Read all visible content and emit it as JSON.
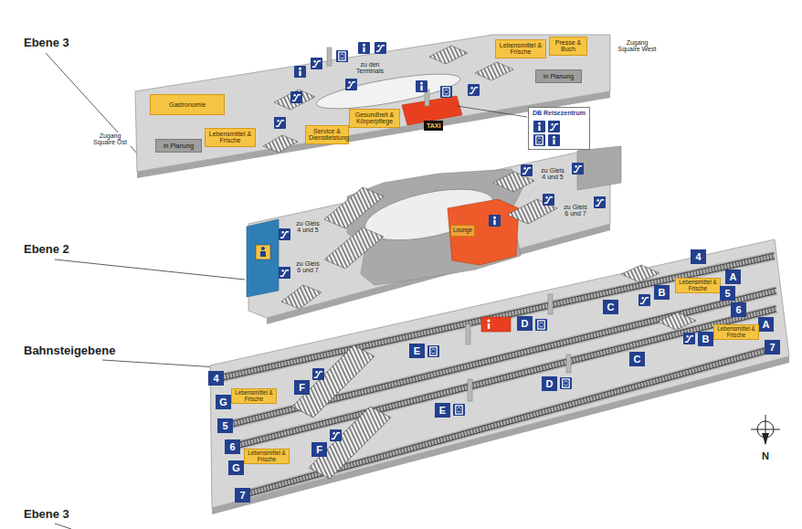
{
  "diagram": {
    "nodes": [
      {
        "text": [
          "Gastronomie"
        ]
      },
      {
        "text": [
          "Lebensmittel & Frische"
        ]
      },
      {
        "text": [
          "in Planung"
        ]
      },
      {
        "text": [
          "Service & Dienstleistung"
        ]
      },
      {
        "text": [
          "Gesundheit & Körperpflege"
        ]
      },
      {
        "text": [
          "TAXI"
        ]
      },
      {
        "text": [
          "DB Reisezentrum"
        ]
      },
      {
        "text": [
          "Lebensmittel & Frische"
        ]
      },
      {
        "text": [
          "Presse & Buch"
        ]
      },
      {
        "text": [
          "in Planung"
        ]
      },
      {
        "text": [
          "Lounge"
        ]
      },
      {
        "text": [
          "4"
        ]
      },
      {
        "text": [
          "A"
        ]
      },
      {
        "text": [
          "Lebensmittel & Frische"
        ]
      },
      {
        "text": [
          "B"
        ]
      },
      {
        "text": [
          "5"
        ]
      },
      {
        "text": [
          "C"
        ]
      },
      {
        "text": [
          "6"
        ]
      },
      {
        "text": [
          "A"
        ]
      },
      {
        "text": [
          "Lebensmittel & Frische"
        ]
      },
      {
        "text": [
          "D"
        ]
      },
      {
        "text": [
          "B"
        ]
      },
      {
        "text": [
          "7"
        ]
      },
      {
        "text": [
          "E"
        ]
      },
      {
        "text": [
          "C"
        ]
      },
      {
        "text": [
          "4"
        ]
      },
      {
        "text": [
          "D"
        ]
      },
      {
        "text": [
          "F"
        ]
      },
      {
        "text": [
          "Lebensmittel & Frische"
        ]
      },
      {
        "text": [
          "G"
        ]
      },
      {
        "text": [
          "E"
        ]
      },
      {
        "text": [
          "5"
        ]
      },
      {
        "text": [
          "6"
        ]
      },
      {
        "text": [
          "F"
        ]
      },
      {
        "text": [
          "Lebensmittel & Frische"
        ]
      },
      {
        "text": [
          "G"
        ]
      },
      {
        "text": [
          "7"
        ]
      }
    ],
    "labels": [
      "Ebene 3",
      "Zugang Squaire Ost",
      "zu den Terminals",
      "Zugang Squaire West",
      "Ebene 2",
      "zu Gleis 4 und 5",
      "zu Gleis 6 und 7",
      "zu Gleis 4 und 5",
      "zu Gleis 6 und 7",
      "Bahnsteigebene",
      "N",
      "Ebene 3"
    ]
  }
}
